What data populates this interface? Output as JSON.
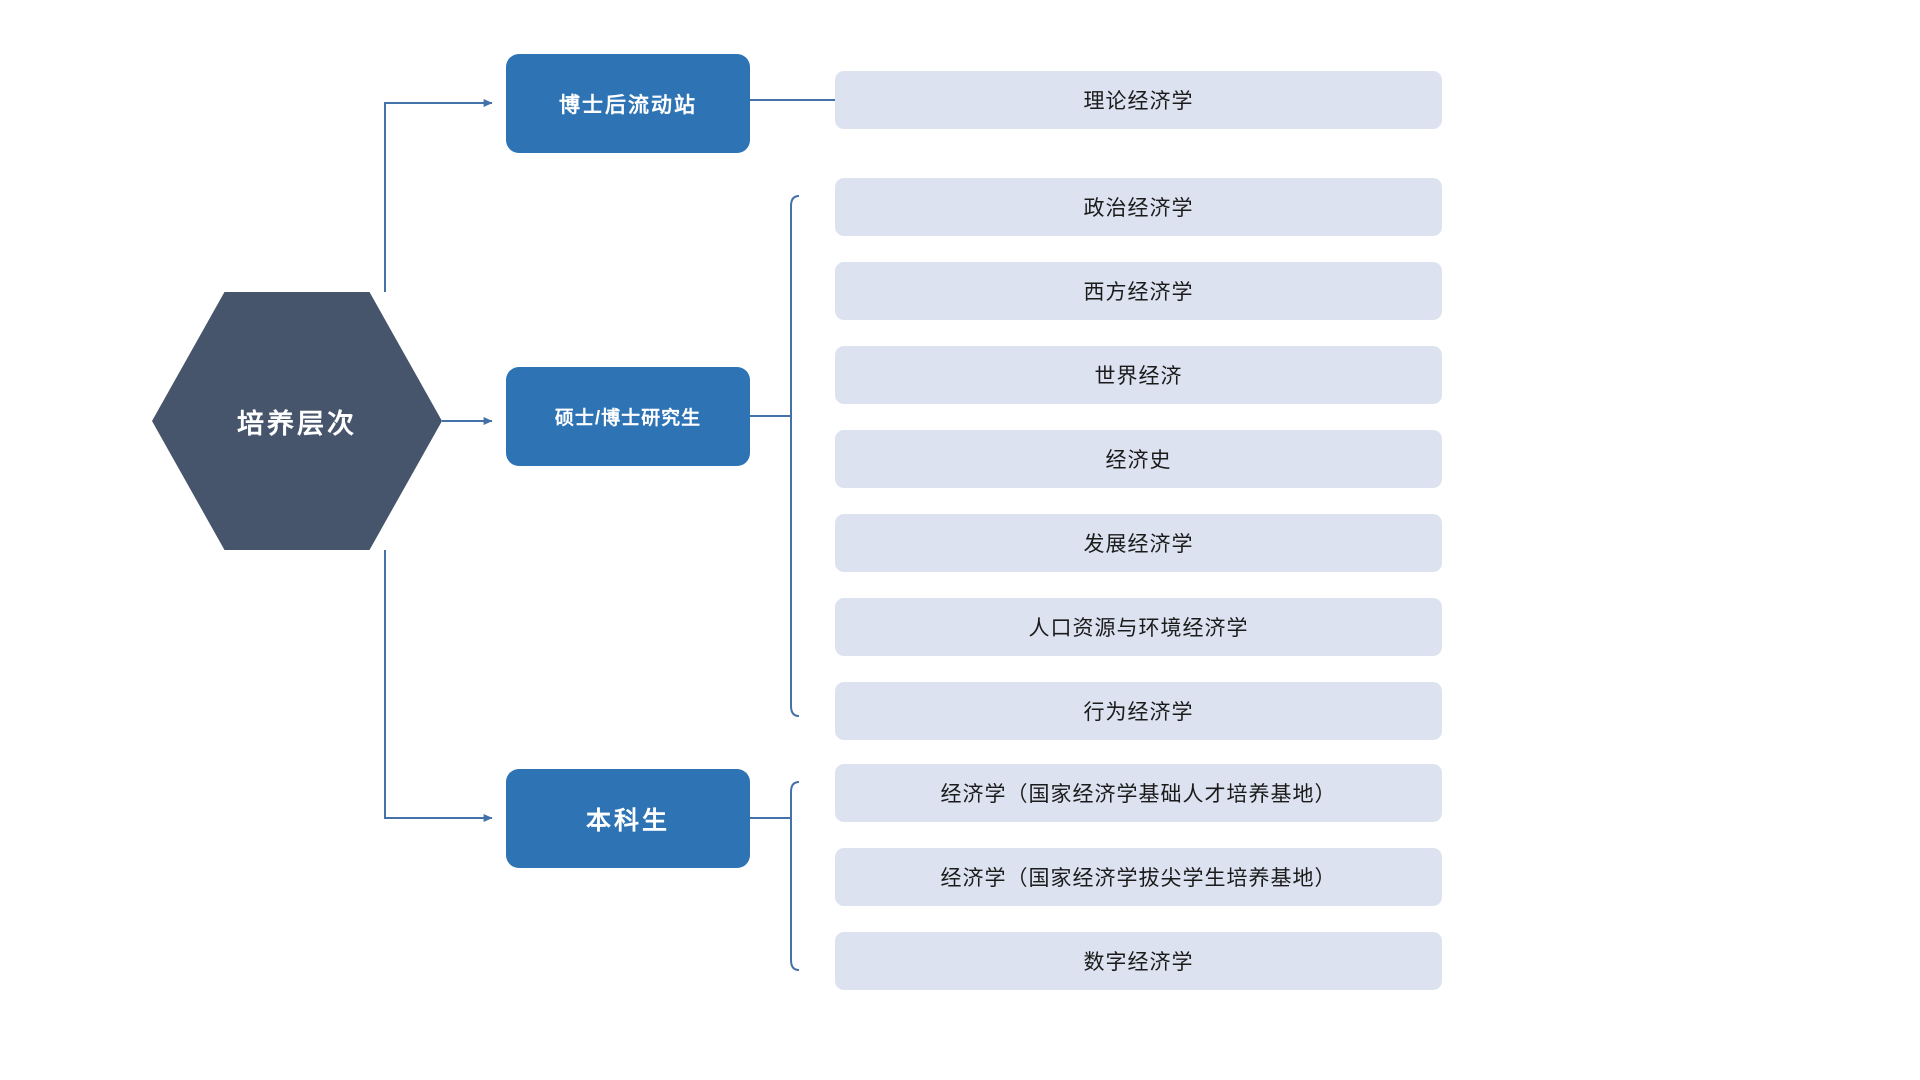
{
  "diagram": {
    "type": "hierarchy-tree",
    "orientation": "left-to-right",
    "root": {
      "label": "培养层次",
      "shape": "hexagon",
      "color": "#46556B",
      "text_color": "#FFFFFF"
    },
    "colors": {
      "root_fill": "#46556B",
      "level_fill": "#2E74B5",
      "level_text": "#FFFFFF",
      "program_fill": "#DCE2F0",
      "program_text": "#1B1B1B",
      "connector": "#4472A8",
      "background": "#FFFFFF"
    },
    "levels": [
      {
        "label": "博士后流动站",
        "connector": "arrow",
        "branch_style": "straight-line",
        "programs": [
          {
            "label": "理论经济学"
          }
        ]
      },
      {
        "label": "硕士/博士研究生",
        "connector": "arrow",
        "branch_style": "bracket",
        "programs": [
          {
            "label": "政治经济学"
          },
          {
            "label": "西方经济学"
          },
          {
            "label": "世界经济"
          },
          {
            "label": "经济史"
          },
          {
            "label": "发展经济学"
          },
          {
            "label": "人口资源与环境经济学"
          },
          {
            "label": "行为经济学"
          }
        ]
      },
      {
        "label": "本科生",
        "connector": "arrow",
        "branch_style": "bracket",
        "programs": [
          {
            "label": "经济学（国家经济学基础人才培养基地）"
          },
          {
            "label": "经济学（国家经济学拔尖学生培养基地）"
          },
          {
            "label": "数字经济学"
          }
        ]
      }
    ]
  }
}
